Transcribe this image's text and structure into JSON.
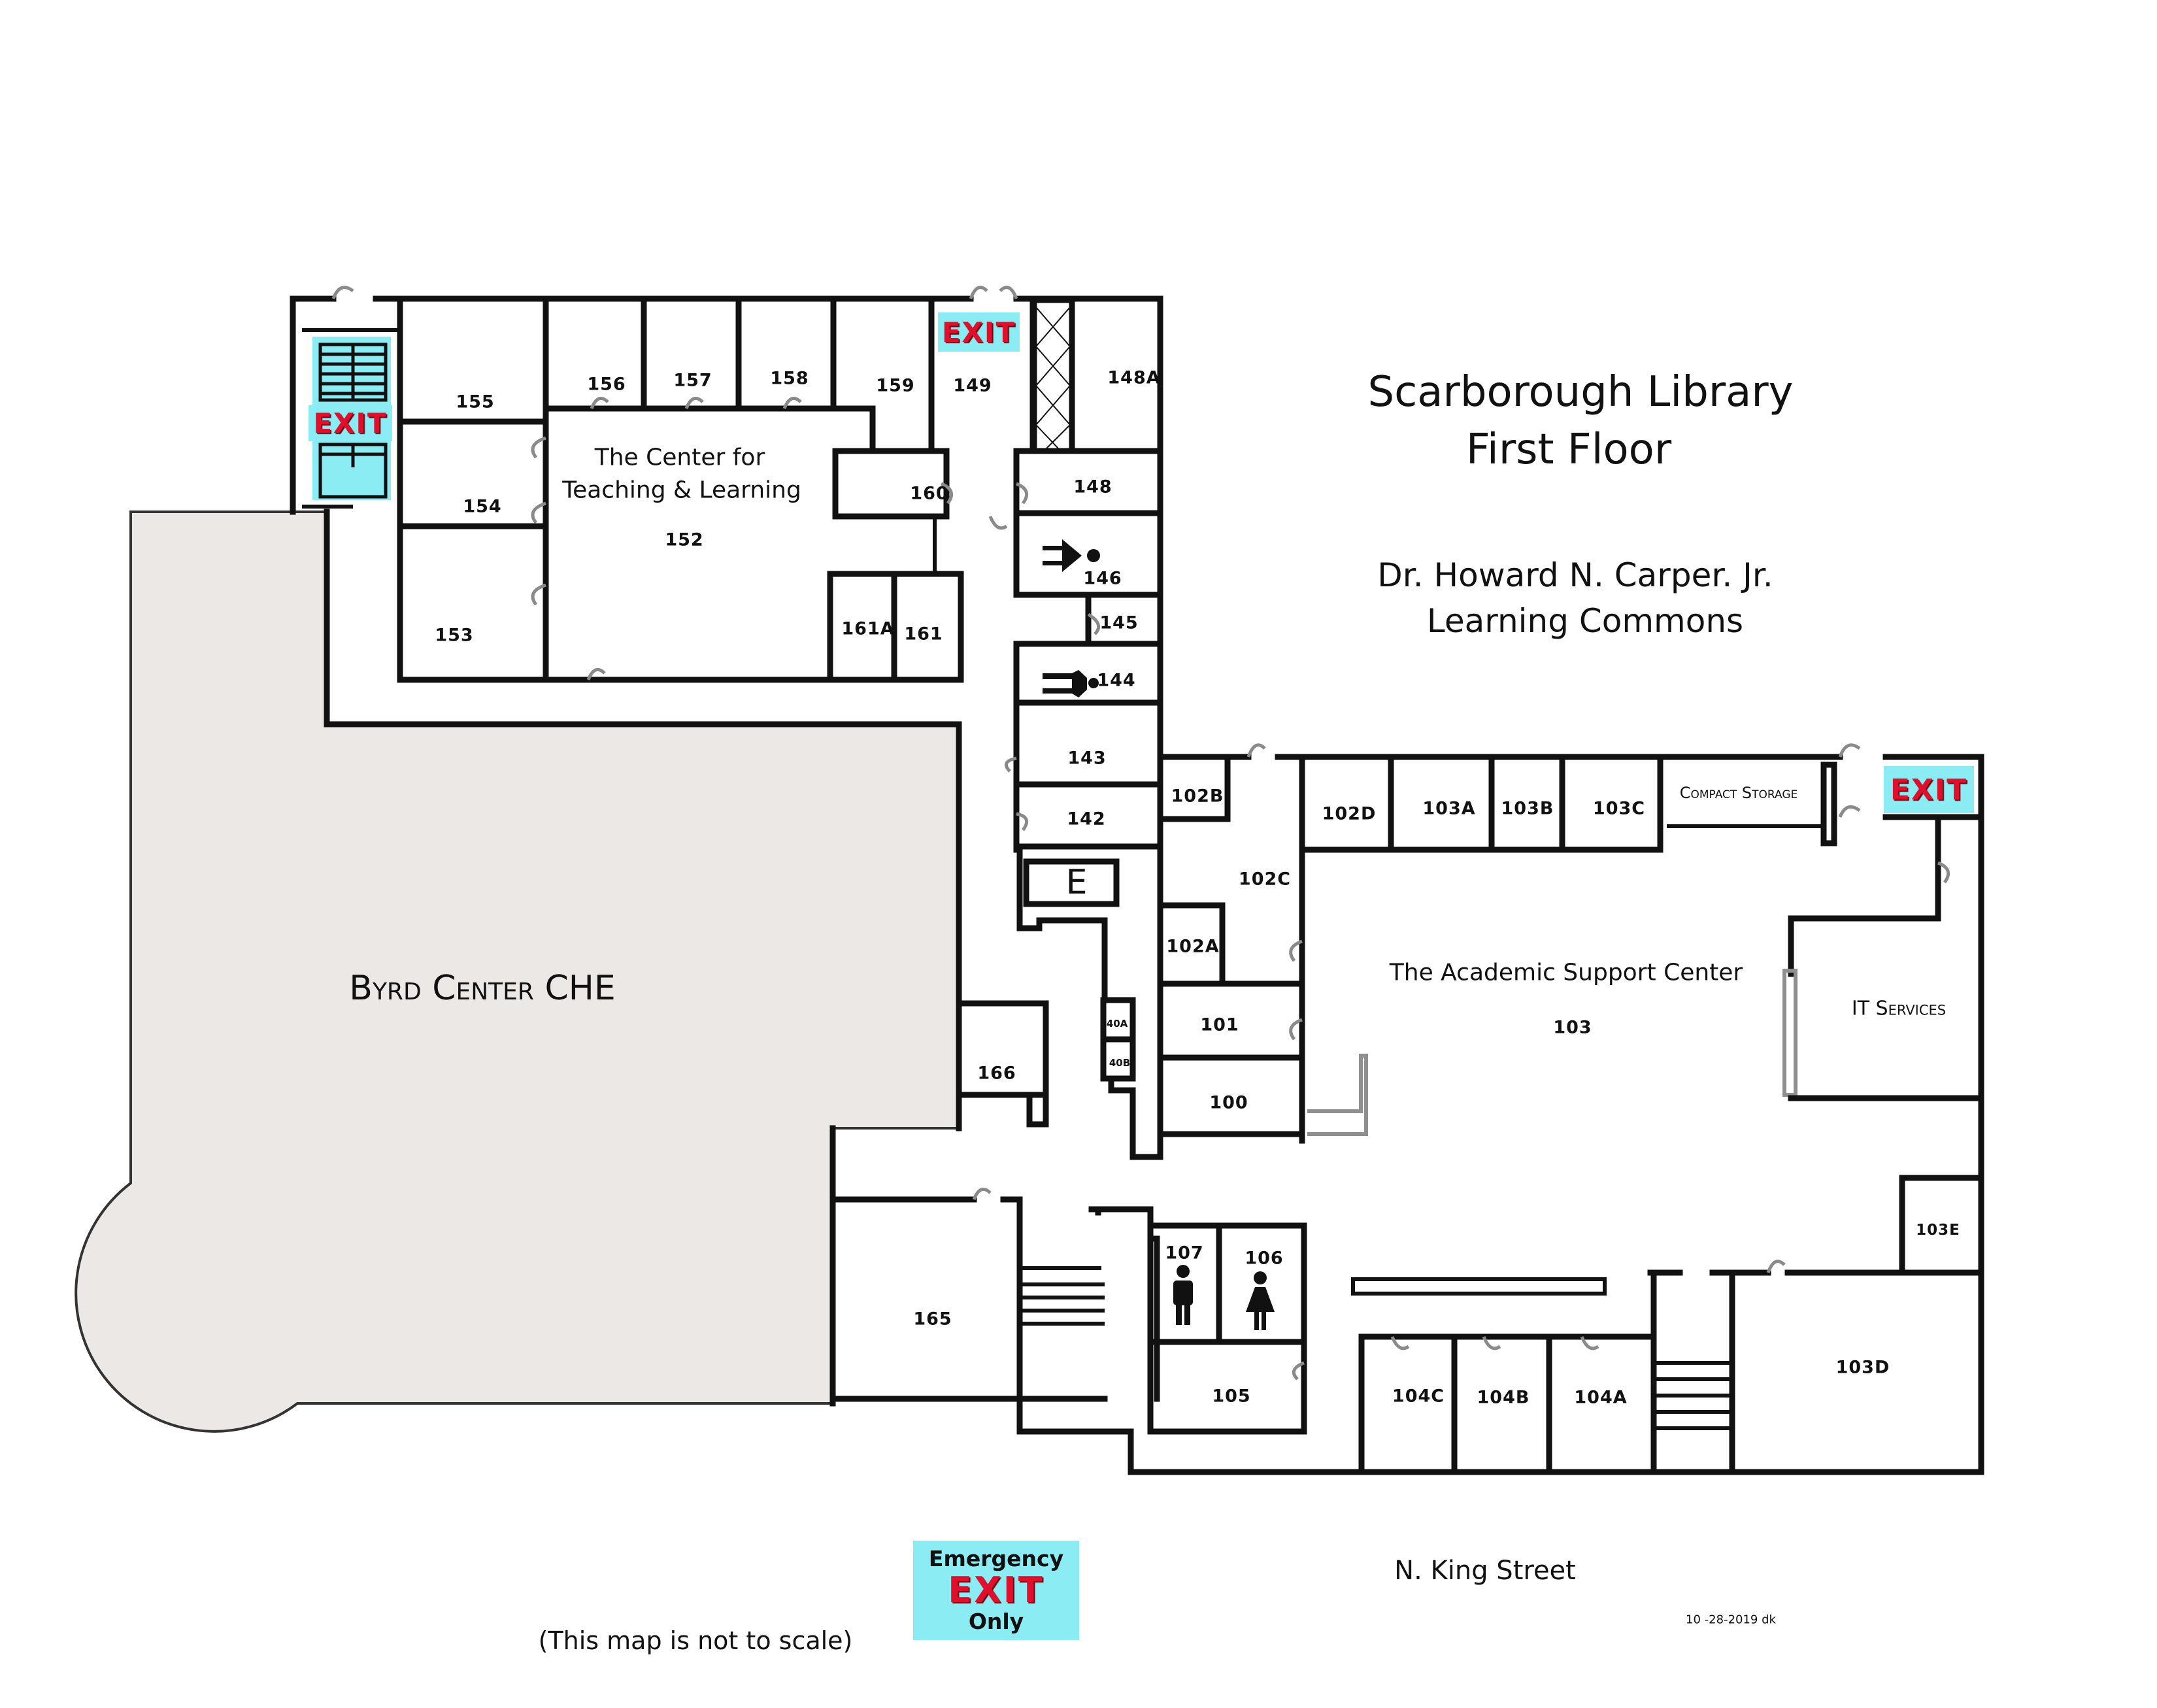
{
  "header": {
    "title_line1": "Scarborough Library",
    "title_line2": "First Floor",
    "subtitle_line1": "Dr. Howard N. Carper. Jr.",
    "subtitle_line2": "Learning Commons"
  },
  "areas": {
    "byrd_center": "Byrd Center CHE",
    "teaching_center_line1": "The Center for",
    "teaching_center_line2": "Teaching & Learning",
    "academic_support": "The Academic Support Center",
    "it_services": "IT Services",
    "compact_storage": "Compact Storage",
    "elevator": "E"
  },
  "rooms": {
    "r155": "155",
    "r156": "156",
    "r157": "157",
    "r158": "158",
    "r159": "159",
    "r149": "149",
    "r148a": "148A",
    "r148": "148",
    "r160": "160",
    "r154": "154",
    "r152": "152",
    "r153": "153",
    "r161a": "161A",
    "r161": "161",
    "r146": "146",
    "r145": "145",
    "r144": "144",
    "r143": "143",
    "r142": "142",
    "r140a": "40A",
    "r140b": "40B",
    "r166": "166",
    "r165": "165",
    "r107": "107",
    "r106": "106",
    "r105": "105",
    "r102b": "102B",
    "r102d": "102D",
    "r103a": "103A",
    "r103b": "103B",
    "r103c": "103C",
    "r102c": "102C",
    "r102a": "102A",
    "r101": "101",
    "r100": "100",
    "r103": "103",
    "r103e": "103E",
    "r103d": "103D",
    "r104c": "104C",
    "r104b": "104B",
    "r104a": "104A"
  },
  "exits": {
    "exit_left": "EXIT",
    "exit_top": "EXIT",
    "exit_right": "EXIT"
  },
  "legend": {
    "emergency_line1": "Emergency",
    "emergency_line2": "EXIT",
    "emergency_line3": "Only",
    "scale_note": "(This map is not to scale)",
    "street": "N. King Street",
    "date_stamp": "10 -28-2019 dk"
  },
  "icons": {
    "restroom_men": "men-restroom-icon",
    "restroom_women": "women-restroom-icon",
    "accessible_restroom": "reclining-figure-icon"
  },
  "colors": {
    "exit_bg": "#8cecf4",
    "exit_text": "#e0102c",
    "byrd_fill": "#ece8e6",
    "wall": "#111111"
  }
}
